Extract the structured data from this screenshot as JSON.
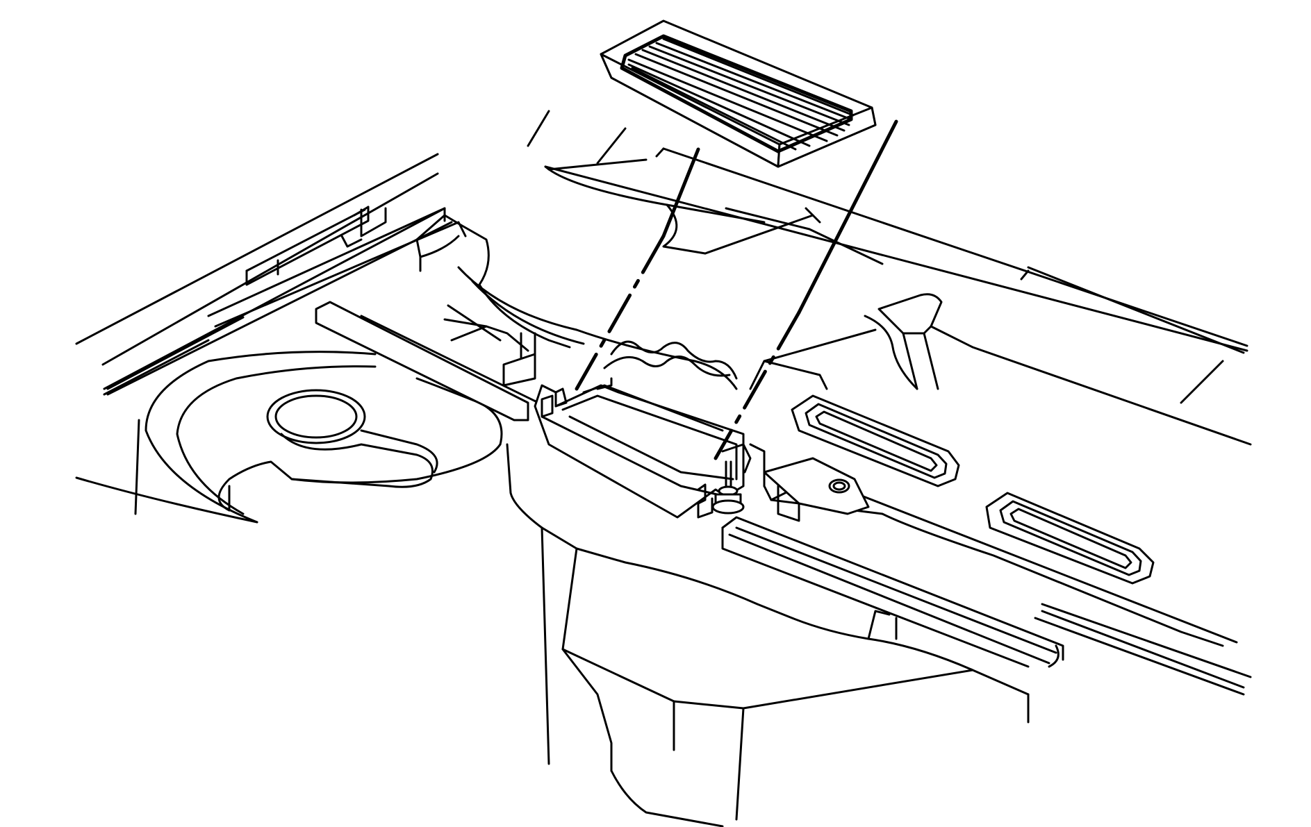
{
  "figure": {
    "components": [
      "cabin-air-filter",
      "filter-housing-opening",
      "plenum-panel",
      "retaining-stud",
      "spare-wheel-well"
    ]
  }
}
